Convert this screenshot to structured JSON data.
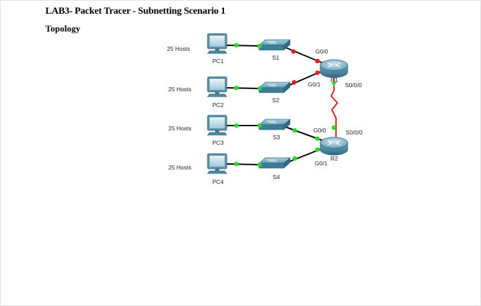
{
  "title": "LAB3- Packet Tracer - Subnetting Scenario 1",
  "section": "Topology",
  "colors": {
    "link_copper": "#000000",
    "link_serial": "#e02020",
    "port_up": "#2bd62b",
    "port_down": "#e02020",
    "device_blue": "#4e8da6"
  },
  "diagram": {
    "pcs": [
      {
        "name": "PC1",
        "hosts": "25 Hosts"
      },
      {
        "name": "PC2",
        "hosts": "25 Hosts"
      },
      {
        "name": "PC3",
        "hosts": "25 Hosts"
      },
      {
        "name": "PC4",
        "hosts": "25 Hosts"
      }
    ],
    "switches": [
      {
        "name": "S1"
      },
      {
        "name": "S2"
      },
      {
        "name": "S3"
      },
      {
        "name": "S4"
      }
    ],
    "routers": [
      {
        "name": "R1"
      },
      {
        "name": "R2"
      }
    ],
    "ports": {
      "r1_g00": "G0/0",
      "r1_g01": "G0/1",
      "r1_s000": "S0/0/0",
      "r2_g00": "G0/0",
      "r2_g01": "G0/1",
      "r2_s000": "S0/0/0"
    }
  }
}
